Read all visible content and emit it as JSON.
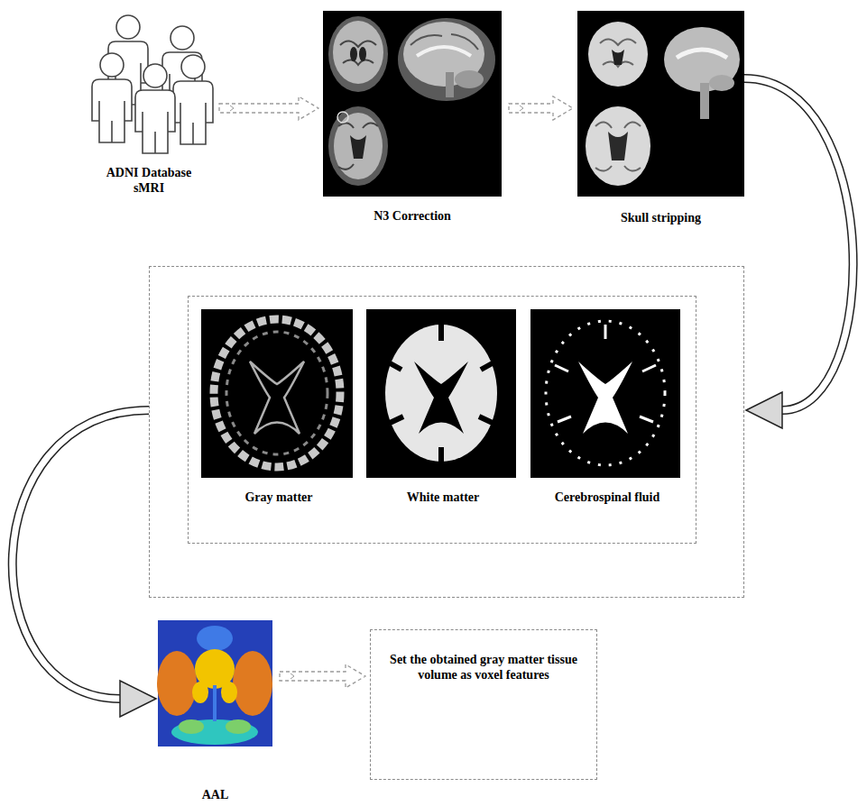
{
  "diagram": {
    "nodes": [
      {
        "text": [
          "ADNI Database sMRI"
        ]
      },
      {
        "text": [
          "N3 Correction"
        ]
      },
      {
        "text": [
          "Skull stripping"
        ]
      },
      {
        "text": []
      },
      {
        "text": [],
        "in": 3
      },
      {
        "text": [
          "Gray matter"
        ],
        "in": 4
      },
      {
        "text": [
          "White matter"
        ],
        "in": 4
      },
      {
        "text": [
          "Cerebrospinal fluid"
        ],
        "in": 4
      },
      {
        "text": [
          "AAL"
        ]
      },
      {
        "text": [
          "Set the obtained gray matter tissue volume as voxel features"
        ]
      }
    ],
    "edges": [
      {
        "from": 0,
        "to": 1,
        "arrow": "to"
      },
      {
        "from": 1,
        "to": 2,
        "arrow": "to"
      },
      {
        "from": 2,
        "to": 3,
        "arrow": "to"
      },
      {
        "from": 3,
        "to": 8,
        "arrow": "to"
      },
      {
        "from": 8,
        "to": 9,
        "arrow": "to"
      }
    ]
  }
}
